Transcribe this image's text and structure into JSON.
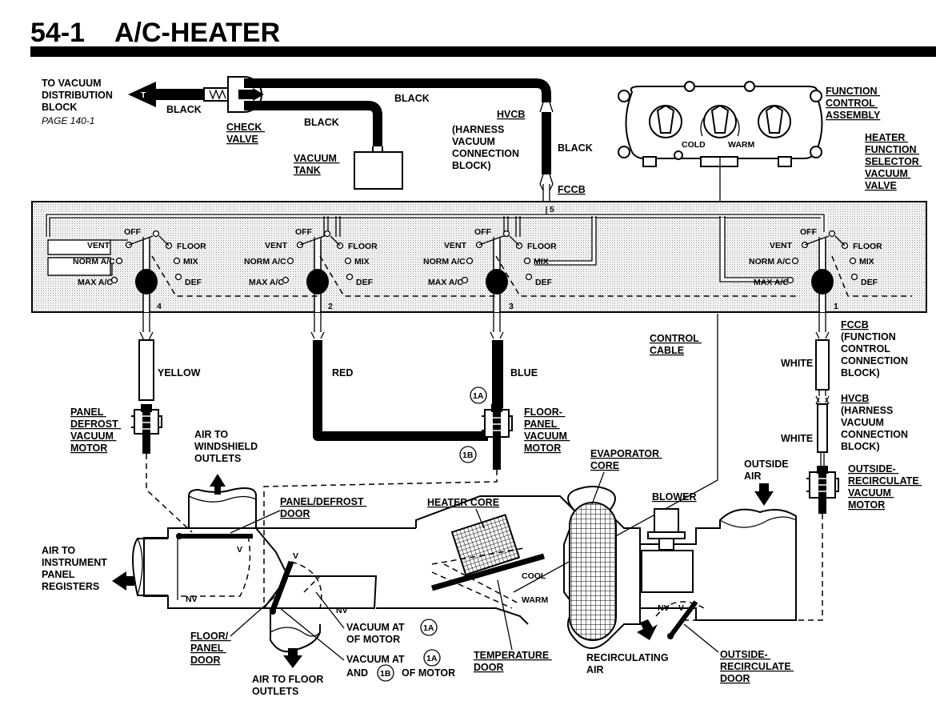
{
  "header": {
    "number": "54-1",
    "title": "A/C-HEATER"
  },
  "labels": {
    "to_vacuum_lines": [
      "TO VACUUM",
      "DISTRIBUTION",
      "BLOCK"
    ],
    "page_ref": "PAGE 140-1",
    "black_1": "BLACK",
    "black_2": "BLACK",
    "black_3": "BLACK",
    "black_4": "BLACK",
    "check_valve": [
      "CHECK",
      "VALVE"
    ],
    "vacuum_tank": [
      "VACUUM",
      "TANK"
    ],
    "hvcb_top": "HVCB",
    "hvcb_top_desc": [
      "(HARNESS",
      "VACUUM",
      "CONNECTION",
      "BLOCK)"
    ],
    "fccb_top": "FCCB",
    "function_control": [
      "FUNCTION",
      "CONTROL",
      "ASSEMBLY"
    ],
    "cold": "COLD",
    "warm_dial": "WARM",
    "heater_selector": [
      "HEATER",
      "FUNCTION",
      "SELECTOR",
      "VACUUM",
      "VALVE"
    ],
    "port_5": "5",
    "port_4": "4",
    "port_2": "2",
    "port_3": "3",
    "port_1": "1",
    "off": "OFF",
    "vent": "VENT",
    "norm_ac": "NORM A/C",
    "max_ac": "MAX A/C",
    "floor": "FLOOR",
    "mix": "MIX",
    "def": "DEF",
    "yellow": "YELLOW",
    "red": "RED",
    "blue": "BLUE",
    "white_1": "WHITE",
    "white_2": "WHITE",
    "control_cable": [
      "CONTROL",
      "CABLE"
    ],
    "fccb_bottom": "FCCB",
    "fccb_bottom_desc": [
      "(FUNCTION",
      "CONTROL",
      "CONNECTION",
      "BLOCK)"
    ],
    "hvcb_bottom": "HVCB",
    "hvcb_bottom_desc": [
      "(HARNESS",
      "VACUUM",
      "CONNECTION",
      "BLOCK)"
    ],
    "panel_defrost_motor": [
      "PANEL",
      "DEFROST",
      "VACUUM",
      "MOTOR"
    ],
    "floor_panel_motor": [
      "FLOOR-",
      "PANEL",
      "VACUUM",
      "MOTOR"
    ],
    "tag_1a": "1A",
    "tag_1b": "1B",
    "air_windshield": [
      "AIR TO",
      "WINDSHIELD",
      "OUTLETS"
    ],
    "air_instrument": [
      "AIR TO",
      "INSTRUMENT",
      "PANEL",
      "REGISTERS"
    ],
    "panel_defrost_door": [
      "PANEL/DEFROST",
      "DOOR"
    ],
    "v": "V",
    "nv": "NV",
    "floor_panel_door": [
      "FLOOR/",
      "PANEL",
      "DOOR"
    ],
    "air_floor": [
      "AIR TO FLOOR",
      "OUTLETS"
    ],
    "vacuum_at_1a": [
      "VACUUM AT",
      "OF MOTOR"
    ],
    "vacuum_at_1a_1b": [
      "VACUUM AT",
      "AND",
      "OF MOTOR"
    ],
    "heater_core": "HEATER CORE",
    "evaporator_core": [
      "EVAPORATOR",
      "CORE"
    ],
    "temperature_door": [
      "TEMPERATURE",
      "DOOR"
    ],
    "cool": "COOL",
    "warm": "WARM",
    "blower": "BLOWER",
    "recirculating_air": [
      "RECIRCULATING",
      "AIR"
    ],
    "outside_air": [
      "OUTSIDE",
      "AIR"
    ],
    "outside_recirc_motor": [
      "OUTSIDE-",
      "RECIRCULATE",
      "VACUUM",
      "MOTOR"
    ],
    "outside_recirc_door": [
      "OUTSIDE-",
      "RECIRCULATE",
      "DOOR"
    ]
  }
}
